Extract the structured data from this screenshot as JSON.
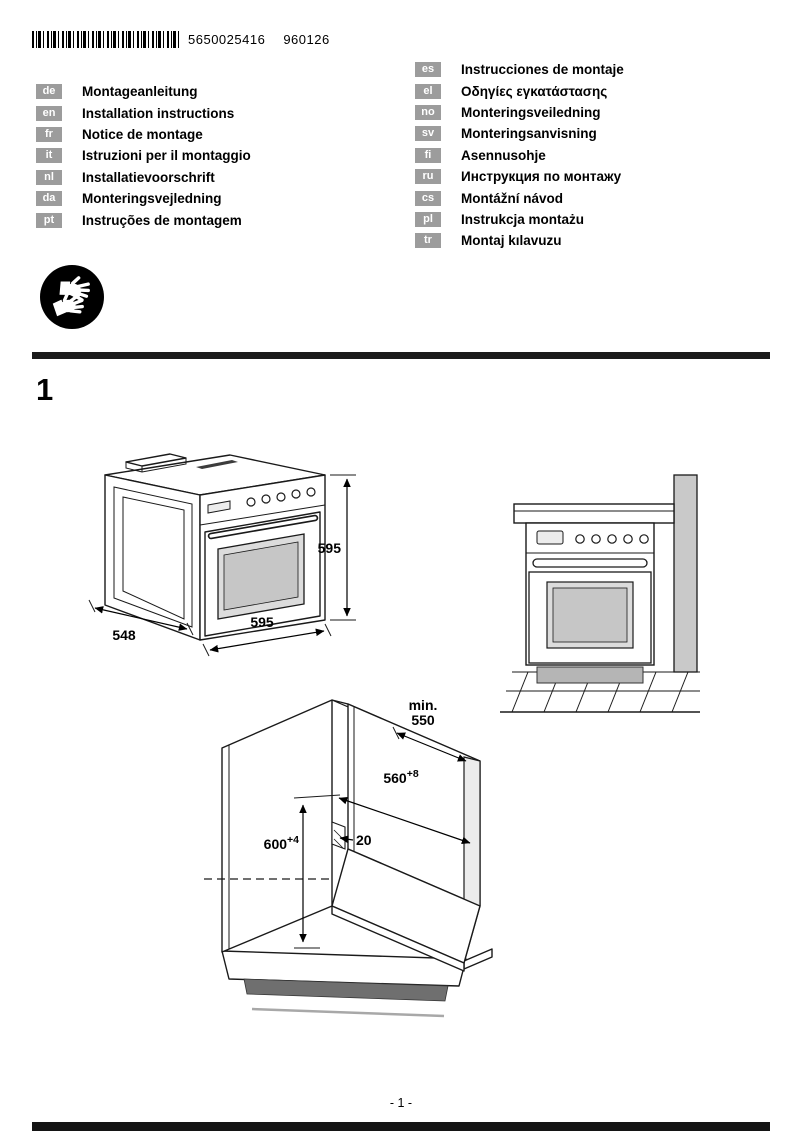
{
  "header": {
    "barcode_number": "5650025416",
    "print_code": "960126"
  },
  "badge_icon": {
    "name": "protective-gloves-icon"
  },
  "languages_left": [
    {
      "code": "de",
      "label": "Montageanleitung"
    },
    {
      "code": "en",
      "label": "Installation instructions"
    },
    {
      "code": "fr",
      "label": "Notice de montage"
    },
    {
      "code": "it",
      "label": "Istruzioni per il montaggio"
    },
    {
      "code": "nl",
      "label": "Installatievoorschrift"
    },
    {
      "code": "da",
      "label": "Monteringsvejledning"
    },
    {
      "code": "pt",
      "label": "Instruções de montagem"
    }
  ],
  "languages_right": [
    {
      "code": "es",
      "label": "Instrucciones de montaje"
    },
    {
      "code": "el",
      "label": "Οδηγίες εγκατάστασης"
    },
    {
      "code": "no",
      "label": "Monteringsveiledning"
    },
    {
      "code": "sv",
      "label": "Monteringsanvisning"
    },
    {
      "code": "fi",
      "label": "Asennusohje"
    },
    {
      "code": "ru",
      "label": "Инструкция по монтажу"
    },
    {
      "code": "cs",
      "label": "Montážní návod"
    },
    {
      "code": "pl",
      "label": "Instrukcja montażu"
    },
    {
      "code": "tr",
      "label": "Montaj kılavuzu"
    }
  ],
  "section": {
    "number": "1"
  },
  "figure": {
    "oven_height": "595",
    "oven_depth": "548",
    "oven_width": "595",
    "min_label": "min.",
    "min_depth": "550",
    "niche_width": "560",
    "niche_width_tolerance": "+8",
    "niche_height": "600",
    "niche_height_tolerance": "+4",
    "rail_dimension": "20"
  },
  "colors": {
    "ink": "#1a1a1a",
    "badge_gray": "#9c9c9c",
    "wall_gray": "#c9c9c9"
  },
  "footer": {
    "page_number": "- 1 -"
  }
}
